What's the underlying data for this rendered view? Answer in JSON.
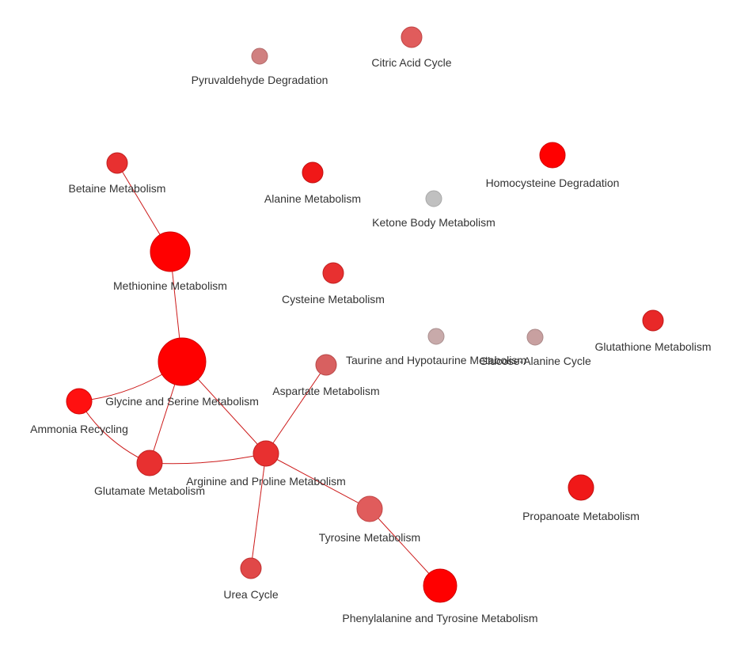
{
  "nodes": [
    {
      "id": "pyruvaldehyde",
      "label": "Pyruvaldehyde Degradation",
      "color": "#d08080",
      "stroke": "#b36b6b"
    },
    {
      "id": "citric",
      "label": "Citric Acid Cycle",
      "color": "#e05c5c",
      "stroke": "#c04545"
    },
    {
      "id": "betaine",
      "label": "Betaine Metabolism",
      "color": "#e83030",
      "stroke": "#c02020"
    },
    {
      "id": "alanine",
      "label": "Alanine Metabolism",
      "color": "#f01818",
      "stroke": "#c01010"
    },
    {
      "id": "homocysteine",
      "label": "Homocysteine Degradation",
      "color": "#ff0000",
      "stroke": "#d00000"
    },
    {
      "id": "ketone",
      "label": "Ketone Body Metabolism",
      "color": "#c0c0c0",
      "stroke": "#a8a8a8"
    },
    {
      "id": "methionine",
      "label": "Methionine Metabolism",
      "color": "#ff0000",
      "stroke": "#d00000"
    },
    {
      "id": "cysteine",
      "label": "Cysteine Metabolism",
      "color": "#e83030",
      "stroke": "#c02020"
    },
    {
      "id": "taurine",
      "label": "Taurine and Hypotaurine Metabolism",
      "color": "#c8aaaa",
      "stroke": "#aa9090"
    },
    {
      "id": "glucose_alanine",
      "label": "Glucose-Alanine Cycle",
      "color": "#c8a0a0",
      "stroke": "#aa8888"
    },
    {
      "id": "glutathione",
      "label": "Glutathione Metabolism",
      "color": "#e82828",
      "stroke": "#c01818"
    },
    {
      "id": "glycine",
      "label": "Glycine and Serine Metabolism",
      "color": "#ff0000",
      "stroke": "#d00000"
    },
    {
      "id": "aspartate",
      "label": "Aspartate Metabolism",
      "color": "#d86060",
      "stroke": "#b84848"
    },
    {
      "id": "ammonia",
      "label": "Ammonia Recycling",
      "color": "#ff1010",
      "stroke": "#d00808"
    },
    {
      "id": "glutamate",
      "label": "Glutamate Metabolism",
      "color": "#e83030",
      "stroke": "#c02020"
    },
    {
      "id": "arginine",
      "label": "Arginine and Proline Metabolism",
      "color": "#e83030",
      "stroke": "#c02020"
    },
    {
      "id": "propanoate",
      "label": "Propanoate Metabolism",
      "color": "#f01818",
      "stroke": "#c01010"
    },
    {
      "id": "tyrosine",
      "label": "Tyrosine Metabolism",
      "color": "#e05c5c",
      "stroke": "#c04545"
    },
    {
      "id": "urea",
      "label": "Urea Cycle",
      "color": "#e04848",
      "stroke": "#c03030"
    },
    {
      "id": "phenylalanine",
      "label": "Phenylalanine and Tyrosine Metabolism",
      "color": "#ff0000",
      "stroke": "#d00000"
    }
  ],
  "edges": [
    [
      "betaine",
      "methionine"
    ],
    [
      "methionine",
      "glycine"
    ],
    [
      "glycine",
      "ammonia"
    ],
    [
      "glycine",
      "glutamate"
    ],
    [
      "glycine",
      "arginine"
    ],
    [
      "ammonia",
      "glutamate"
    ],
    [
      "glutamate",
      "arginine"
    ],
    [
      "arginine",
      "aspartate"
    ],
    [
      "arginine",
      "tyrosine"
    ],
    [
      "arginine",
      "urea"
    ],
    [
      "tyrosine",
      "phenylalanine"
    ]
  ]
}
